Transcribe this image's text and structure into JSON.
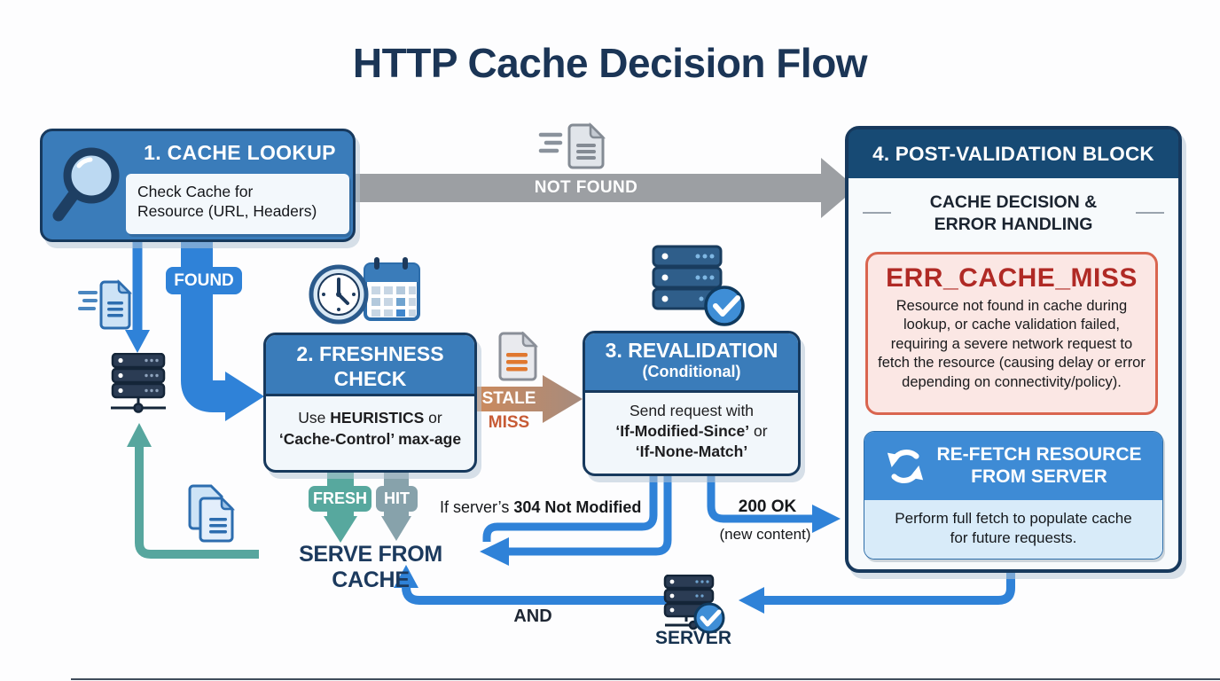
{
  "title": "HTTP Cache Decision Flow",
  "boxes": {
    "lookup": {
      "title": "1. CACHE LOOKUP",
      "body": "Check Cache for\nResource (URL, Headers)"
    },
    "freshness": {
      "title": "2. FRESHNESS\nCHECK",
      "b1": "Use ",
      "b2": "HEURISTICS",
      "b3": " or",
      "b4": "‘Cache-Control’ max-age"
    },
    "revalidation": {
      "title": "3. REVALIDATION",
      "subtitle": "(Conditional)",
      "b1": "Send request with",
      "b2": "‘If-Modified-Since’",
      "b3": " or",
      "b4": "‘If-None-Match’"
    },
    "postvalidation": {
      "title": "4. POST-VALIDATION BLOCK",
      "subtitle": "CACHE DECISION &\nERROR HANDLING",
      "err_title": "ERR_CACHE_MISS",
      "err_body": "Resource not found in cache during lookup, or cache validation failed, requiring a severe network request to fetch the resource (causing delay or error depending on connectivity/policy).",
      "refetch_title": "RE-FETCH RESOURCE\nFROM SERVER",
      "refetch_body": "Perform full fetch to populate cache\nfor future requests."
    }
  },
  "labels": {
    "not_found": "NOT FOUND",
    "found": "FOUND",
    "stale": "STALE",
    "miss": "MISS",
    "fresh": "FRESH",
    "hit": "HIT",
    "serve_from_cache": "SERVE FROM CACHE",
    "if_server": "If server’s ",
    "code_304": "304 Not Modified",
    "code_200": "200 OK",
    "new_content": "(new content)",
    "and": "AND",
    "server": "SERVER"
  },
  "icons": {
    "search": "magnifying-glass",
    "document_fast_gray": "gray-document-with-speed-lines",
    "document_fast_blue": "blue-document-with-speed-lines",
    "clock_calendar": "clock-and-calendar",
    "document_stale": "document-with-orange-lines",
    "server_check": "server-stack-with-check-badge",
    "cache_server": "server-stack-on-network-stand",
    "cached_pages": "stacked-documents",
    "server_bottom": "server-stack-with-check-badge",
    "refresh": "circular-refresh-arrows"
  },
  "colors": {
    "title_navy": "#1b3556",
    "box_blue": "#3a7cba",
    "box_border": "#17395d",
    "post_header_navy": "#174a74",
    "arrow_blue": "#2f82d8",
    "arrow_gray": "#9c9fa3",
    "teal": "#57a89e",
    "hit_gray": "#87a2ab",
    "stale_orange": "#cd8a5b",
    "miss_orange": "#c75b35",
    "err_red": "#b02a25",
    "err_bg": "#fbe7e4",
    "err_border": "#d9654f",
    "refetch_blue": "#3e8bd5",
    "refetch_bg": "#d8ebf9"
  }
}
